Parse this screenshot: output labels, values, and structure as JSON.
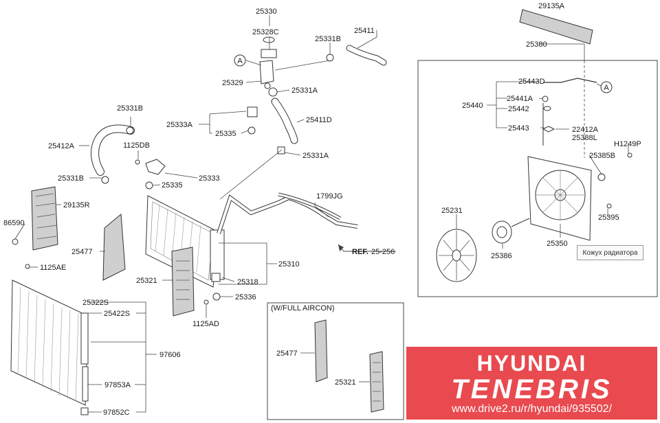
{
  "parts": {
    "p25330": "25330",
    "p25328C": "25328C",
    "p25331B_top": "25331B",
    "p25411": "25411",
    "p25329": "25329",
    "p25331A_top": "25331A",
    "p25411D": "25411D",
    "p25333A": "25333A",
    "p25335_mid": "25335",
    "p25331B_left": "25331B",
    "p1125DB": "1125DB",
    "p25412A": "25412A",
    "p25331B_low": "25331B",
    "p25335_low": "25335",
    "p25333": "25333",
    "p25331A_mid": "25331A",
    "p1799JG": "1799JG",
    "p29135R": "29135R",
    "p86590": "86590",
    "p25477_main": "25477",
    "p1125AE": "1125AE",
    "p25310": "25310",
    "p25321_main": "25321",
    "p25318": "25318",
    "p25336": "25336",
    "p1125AD": "1125AD",
    "p25322S": "25322S",
    "p25422S": "25422S",
    "p97606": "97606",
    "p97853A": "97853A",
    "p97852C": "97852C",
    "p29135A": "29135A",
    "p25380": "25380",
    "p25443D": "25443D",
    "p25441A": "25441A",
    "p25440": "25440",
    "p25442": "25442",
    "p25443": "25443",
    "p22412A": "22412A",
    "p25388L": "25388L",
    "pH1249P": "H1249P",
    "p25385B": "25385B",
    "p25395": "25395",
    "p25231": "25231",
    "p25386": "25386",
    "p25350": "25350",
    "p25477_inset": "25477",
    "p25321_inset": "25321"
  },
  "markers": {
    "a_left": "A",
    "a_right": "A"
  },
  "reference": {
    "prefix": "REF.",
    "value": "25-256"
  },
  "inset": {
    "title": "(W/FULL AIRCON)"
  },
  "note": {
    "text": "Кожух радиатора"
  },
  "watermark": {
    "brand": "HYUNDAI",
    "model": "TENEBRIS",
    "url": "www.drive2.ru/r/hyundai/935502/",
    "color": "#e84a4f"
  }
}
